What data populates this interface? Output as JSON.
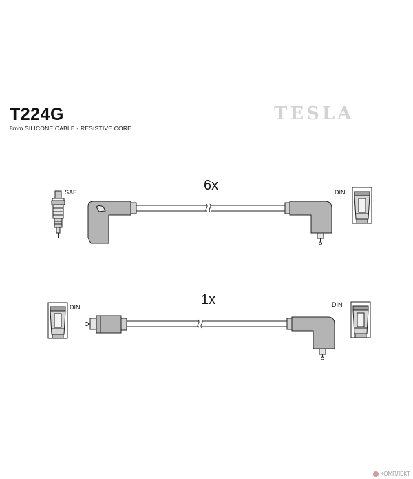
{
  "header": {
    "part_number": "T224G",
    "description": "8mm SILICONE CABLE - RESISTIVE CORE",
    "brand": "TESLA"
  },
  "cable_sets": [
    {
      "quantity_label": "6x",
      "left_connector": "SAE",
      "right_connector": "DIN"
    },
    {
      "quantity_label": "1x",
      "left_connector": "DIN",
      "right_connector": "DIN"
    }
  ],
  "watermark": {
    "text": "КОМПЛЕКТ"
  },
  "colors": {
    "line": "#222222",
    "fill": "#b4b4b4",
    "brand": "#d3d3d3"
  }
}
